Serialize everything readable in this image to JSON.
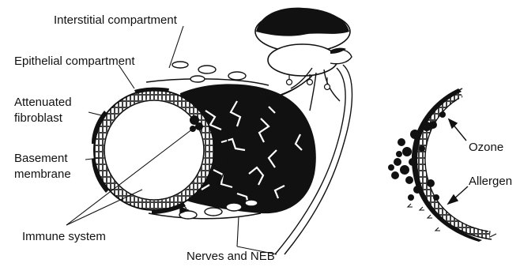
{
  "labels": {
    "interstitial": "Interstitial compartment",
    "epithelial": "Epithelial compartment",
    "fibroblast_line1": "Attenuated",
    "fibroblast_line2": "fibroblast",
    "basement_line1": "Basement",
    "basement_line2": "membrane",
    "immune": "Immune system",
    "nerves": "Nerves and NEB",
    "ozone": "Ozone",
    "allergen": "Allergen"
  },
  "colors": {
    "ink": "#111111",
    "paper": "#ffffff"
  }
}
